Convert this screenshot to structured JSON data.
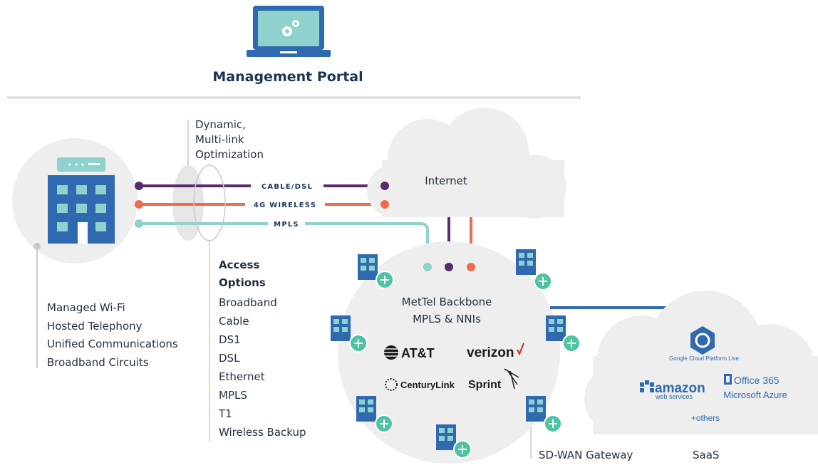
{
  "portal": {
    "title": "Management Portal",
    "icon": "gears-icon"
  },
  "optimization": {
    "lines": [
      "Dynamic,",
      "Multi-link",
      "Optimization"
    ]
  },
  "links": [
    {
      "label": "CABLE/DSL",
      "color": "#5a2a6e"
    },
    {
      "label": "4G WIRELESS",
      "color": "#ee6c4d"
    },
    {
      "label": "MPLS",
      "color": "#8fd1cc"
    }
  ],
  "internet": {
    "label": "Internet"
  },
  "site_features": [
    "Managed Wi-Fi",
    "Hosted Telephony",
    "Unified Communications",
    "Broadband Circuits"
  ],
  "access": {
    "heading1": "Access",
    "heading2": "Options",
    "options": [
      "Broadband",
      "Cable",
      "DS1",
      "DSL",
      "Ethernet",
      "MPLS",
      "T1",
      "Wireless Backup"
    ]
  },
  "backbone": {
    "title": "MetTel Backbone",
    "subtitle": "MPLS & NNIs",
    "carriers": [
      "AT&T",
      "verizon",
      "CenturyLink",
      "Sprint"
    ]
  },
  "saas": {
    "google": "Google Cloud Platform Live",
    "amazon": "amazon",
    "amazon_sub": "web services",
    "office": "Office 365",
    "azure": "Microsoft Azure",
    "others": "+others",
    "label": "SaaS"
  },
  "gateway": {
    "label": "SD-WAN Gateway"
  },
  "colors": {
    "navy": "#1c3554",
    "blue": "#2f6ab0",
    "teal": "#8fd1cc",
    "purple": "#5a2a6e",
    "orange": "#ee6c4d",
    "cloud": "#eeeeee"
  }
}
